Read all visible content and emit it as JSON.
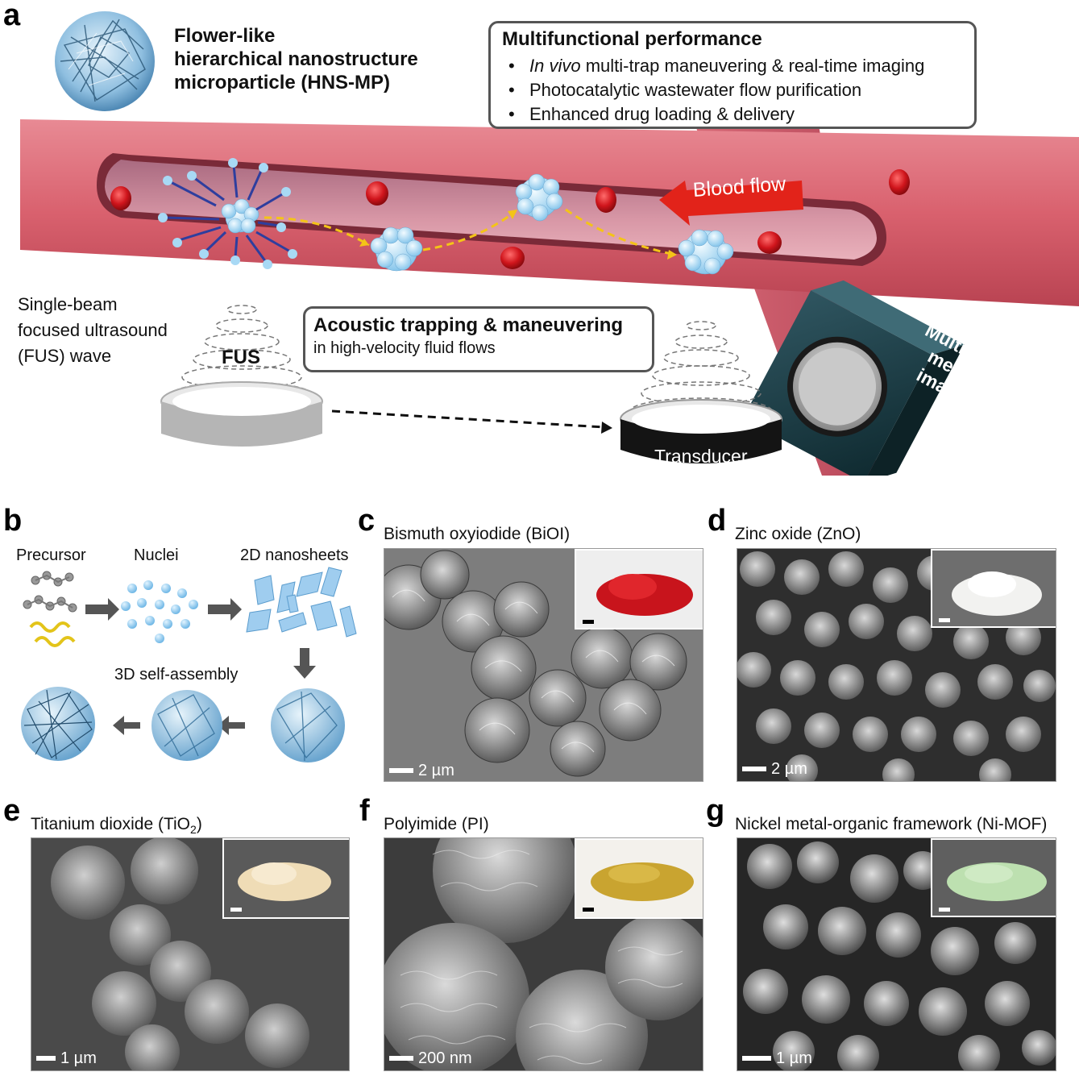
{
  "panels": {
    "a": {
      "label": "a",
      "particle_name_line1": "Flower-like",
      "particle_name_line2": "hierarchical nanostructure",
      "particle_name_line3": "microparticle (HNS-MP)",
      "performance": {
        "title": "Multifunctional performance",
        "item1_italic": "In vivo",
        "item1_rest": " multi-trap maneuvering & real-time imaging",
        "item2": "Photocatalytic wastewater flow purification",
        "item3": "Enhanced drug loading & delivery"
      },
      "blood_flow": "Blood flow",
      "fus_desc_line1": "Single-beam",
      "fus_desc_line2": "focused ultrasound",
      "fus_desc_line3": "(FUS) wave",
      "fus_label": "FUS",
      "trapping_title": "Acoustic trapping & maneuvering",
      "trapping_sub": "in high-velocity fluid flows",
      "transducer": "Transducer",
      "imaging_line1": "Multimodal",
      "imaging_line2": "medical",
      "imaging_line3": "imaging"
    },
    "b": {
      "label": "b",
      "precursor": "Precursor",
      "nuclei": "Nuclei",
      "nanosheets": "2D nanosheets",
      "assembly": "3D self-assembly"
    },
    "c": {
      "label": "c",
      "title": "Bismuth oxyiodide (BiOI)",
      "scale": "2 µm",
      "powder_color": "#c8141c",
      "bg": "#7d7d7d"
    },
    "d": {
      "label": "d",
      "title": "Zinc oxide (ZnO)",
      "scale": "2 µm",
      "powder_color": "#f2f2f0",
      "bg": "#2e2e2e"
    },
    "e": {
      "label": "e",
      "title_main": "Titanium dioxide (TiO",
      "title_sub": "2",
      "title_end": ")",
      "scale": "1 µm",
      "powder_color": "#efdcb6",
      "bg": "#4a4a4a"
    },
    "f": {
      "label": "f",
      "title": "Polyimide (PI)",
      "scale": "200 nm",
      "powder_color": "#c9a430",
      "bg": "#3c3c3c"
    },
    "g": {
      "label": "g",
      "title": "Nickel metal-organic framework (Ni-MOF)",
      "scale": "1 µm",
      "powder_color": "#bde0b0",
      "bg": "#262626"
    }
  }
}
